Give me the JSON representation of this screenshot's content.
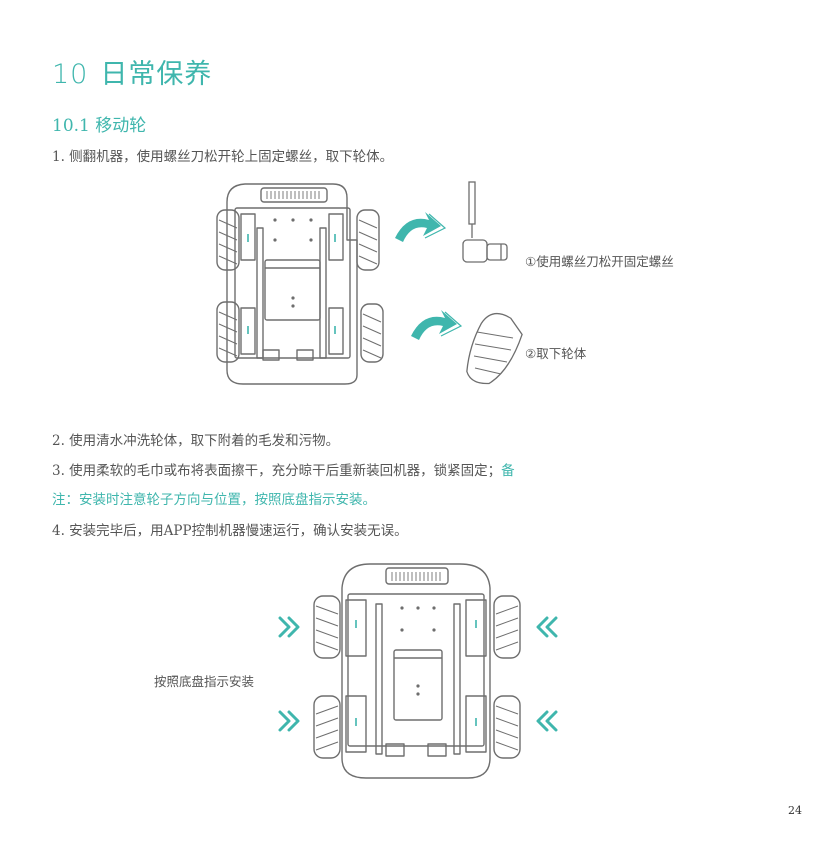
{
  "section": {
    "number": "10",
    "title": "日常保养"
  },
  "subsection": {
    "label": "10.1 移动轮"
  },
  "steps": {
    "s1": "1. 侧翻机器，使用螺丝刀松开轮上固定螺丝，取下轮体。",
    "s2": "2. 使用清水冲洗轮体，取下附着的毛发和污物。",
    "s3_main": "3. 使用柔软的毛巾或布将表面擦干，充分晾干后重新装回机器，锁紧固定；",
    "s3_accent": "备",
    "note": "注：安装时注意轮子方向与位置，按照底盘指示安装。",
    "s4": "4. 安装完毕后，用APP控制机器慢速运行，确认安装无误。"
  },
  "figure1": {
    "caption_1": "①使用螺丝刀松开固定螺丝",
    "caption_2": "②取下轮体"
  },
  "figure2": {
    "caption": "按照底盘指示安装"
  },
  "page_number": "24",
  "colors": {
    "accent": "#3fb6ad",
    "line": "#6e6e6e",
    "text": "#555555"
  }
}
